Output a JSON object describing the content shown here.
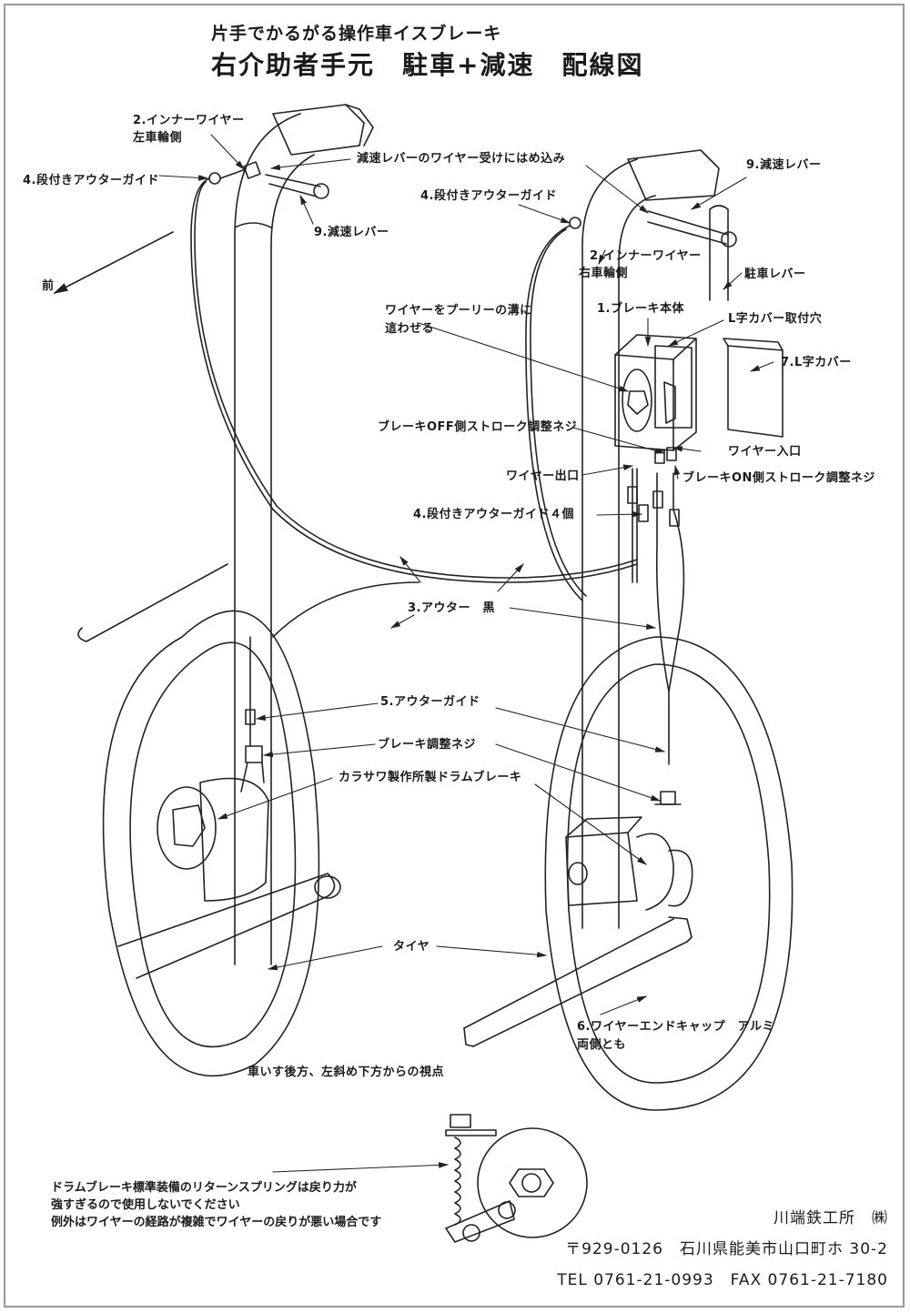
{
  "title": {
    "line1": "片手でかるがる操作車イスブレーキ",
    "line2": "右介助者手元　駐車+減速　配線図"
  },
  "labels": {
    "inner_wire_left": "2.インナーワイヤー",
    "inner_wire_left_sub": "左車輪側",
    "stepped_guide_left": "4.段付きアウターガイド",
    "lever_insert": "減速レバーのワイヤー受けにはめ込み",
    "decel_lever_left": "9.減速レバー",
    "decel_lever_right": "9.減速レバー",
    "stepped_guide_right": "4.段付きアウターガイド",
    "front": "前",
    "inner_wire_right": "2.インナーワイヤー",
    "inner_wire_right_sub": "右車輪側",
    "parking_lever": "駐車レバー",
    "pulley_line1": "ワイヤーをプーリーの溝に",
    "pulley_line2": "這わせる",
    "brake_body": "1.ブレーキ本体",
    "l_cover_hole": "L字カバー取付穴",
    "l_cover": "7.L字カバー",
    "off_stroke": "ブレーキOFF側ストローク調整ネジ",
    "wire_inlet": "ワイヤー入口",
    "wire_outlet": "ワイヤー出口",
    "on_stroke": "ブレーキON側ストローク調整ネジ",
    "stepped_guide_4": "4.段付きアウターガイド４個",
    "outer_black": "3.アウター　黒",
    "outer_guide": "5.アウターガイド",
    "brake_adjust": "ブレーキ調整ネジ",
    "drum_brake": "カラサワ製作所製ドラムブレーキ",
    "tire": "タイヤ",
    "end_cap_line1": "6.ワイヤーエンドキャップ　アルミ",
    "end_cap_line2": "両側とも",
    "viewpoint": "車いす後方、左斜め下方からの視点"
  },
  "note": {
    "line1": "ドラムブレーキ標準装備のリターンスプリングは戻り力が",
    "line2": "強すぎるので使用しないでください",
    "line3": "例外はワイヤーの経路が複雑でワイヤーの戻りが悪い場合です"
  },
  "company": {
    "name": "川端鉄工所　㈱",
    "address": "〒929-0126　石川県能美市山口町ホ 30-2",
    "phone": "TEL 0761-21-0993　FAX 0761-21-7180"
  },
  "colors": {
    "line": "#222222",
    "border": "#999999",
    "background": "#ffffff"
  }
}
